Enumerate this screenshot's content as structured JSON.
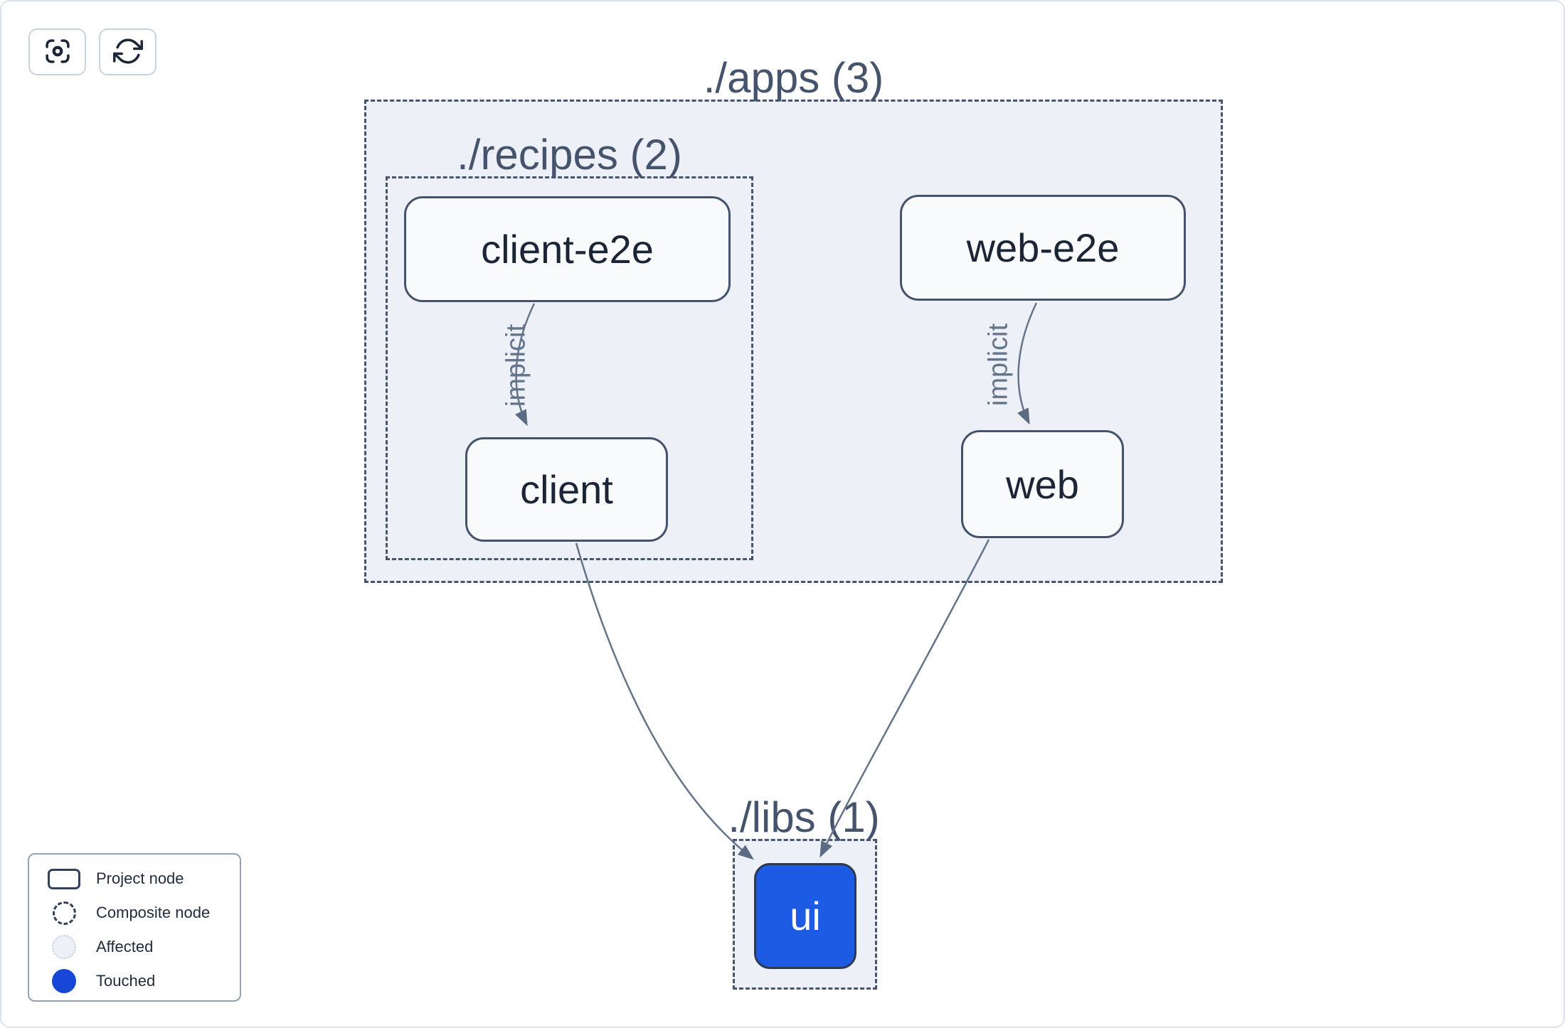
{
  "toolbar": {
    "buttons": [
      {
        "name": "center-graph",
        "icon": "viewfinder-icon"
      },
      {
        "name": "refresh-graph",
        "icon": "refresh-icon"
      }
    ]
  },
  "graph": {
    "composites": [
      {
        "name": "apps",
        "label": "./apps (3)"
      },
      {
        "name": "recipes",
        "label": "./recipes (2)"
      },
      {
        "name": "libs",
        "label": "./libs (1)"
      }
    ],
    "nodes": [
      {
        "name": "client-e2e",
        "label": "client-e2e",
        "state": "normal"
      },
      {
        "name": "web-e2e",
        "label": "web-e2e",
        "state": "normal"
      },
      {
        "name": "client",
        "label": "client",
        "state": "normal"
      },
      {
        "name": "web",
        "label": "web",
        "state": "normal"
      },
      {
        "name": "ui",
        "label": "ui",
        "state": "touched"
      }
    ],
    "edges": [
      {
        "from": "client-e2e",
        "to": "client",
        "label": "implicit"
      },
      {
        "from": "web-e2e",
        "to": "web",
        "label": "implicit"
      },
      {
        "from": "client",
        "to": "ui",
        "label": ""
      },
      {
        "from": "web",
        "to": "ui",
        "label": ""
      }
    ]
  },
  "legend": {
    "items": [
      {
        "label": "Project node",
        "swatch": "project-node-swatch"
      },
      {
        "label": "Composite node",
        "swatch": "composite-node-swatch"
      },
      {
        "label": "Affected",
        "swatch": "affected-swatch"
      },
      {
        "label": "Touched",
        "swatch": "touched-swatch"
      }
    ]
  },
  "colors": {
    "touched_node_fill": "#1d5be4",
    "legend_touched": "#1847d8",
    "affected_fill": "#edf1f7",
    "composite_fill": "#edf1f7",
    "edge": "#64748b",
    "dashed_border": "#47546b",
    "node_fill": "#f8fafc",
    "node_border": "#44526b",
    "node_text": "#1b2535",
    "group_label_text": "#46536d"
  }
}
